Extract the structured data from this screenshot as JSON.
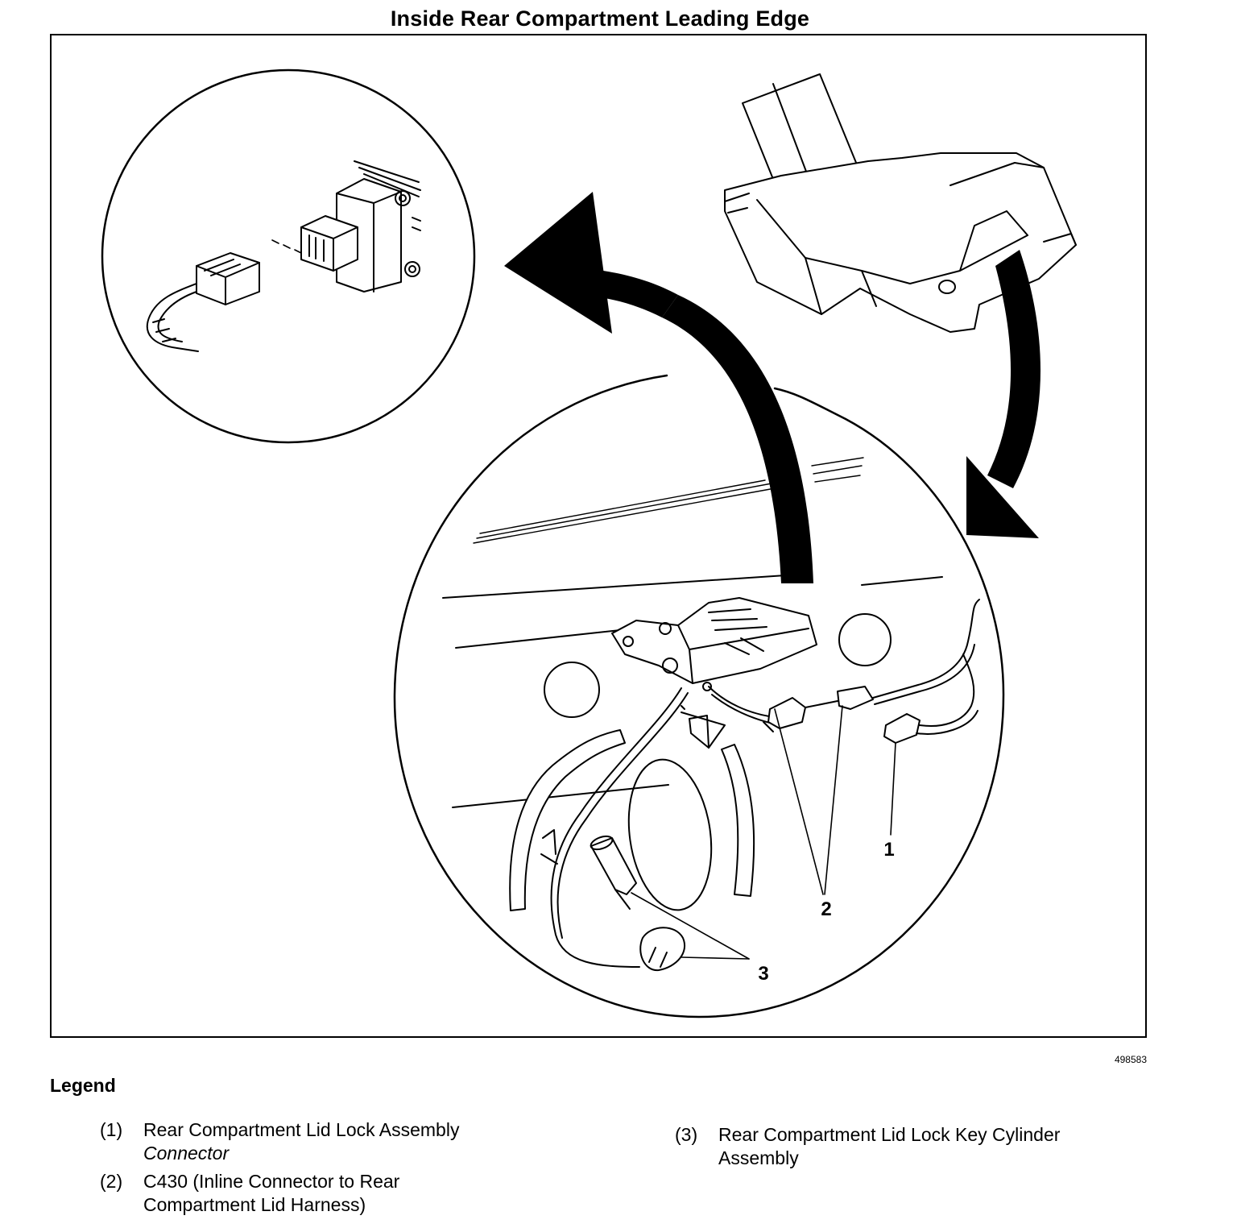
{
  "title": "Inside Rear Compartment Leading Edge",
  "figure_id": "498583",
  "callouts": {
    "c1": "1",
    "c2": "2",
    "c3": "3"
  },
  "legend": {
    "heading": "Legend",
    "items": [
      {
        "num": "(1)",
        "line1": "Rear Compartment Lid Lock Assembly",
        "line2": "Connector"
      },
      {
        "num": "(2)",
        "line1": "C430 (Inline Connector to Rear",
        "line2": "Compartment Lid Harness)"
      },
      {
        "num": "(3)",
        "line1": "Rear Compartment Lid Lock Key Cylinder",
        "line2": "Assembly"
      }
    ]
  }
}
